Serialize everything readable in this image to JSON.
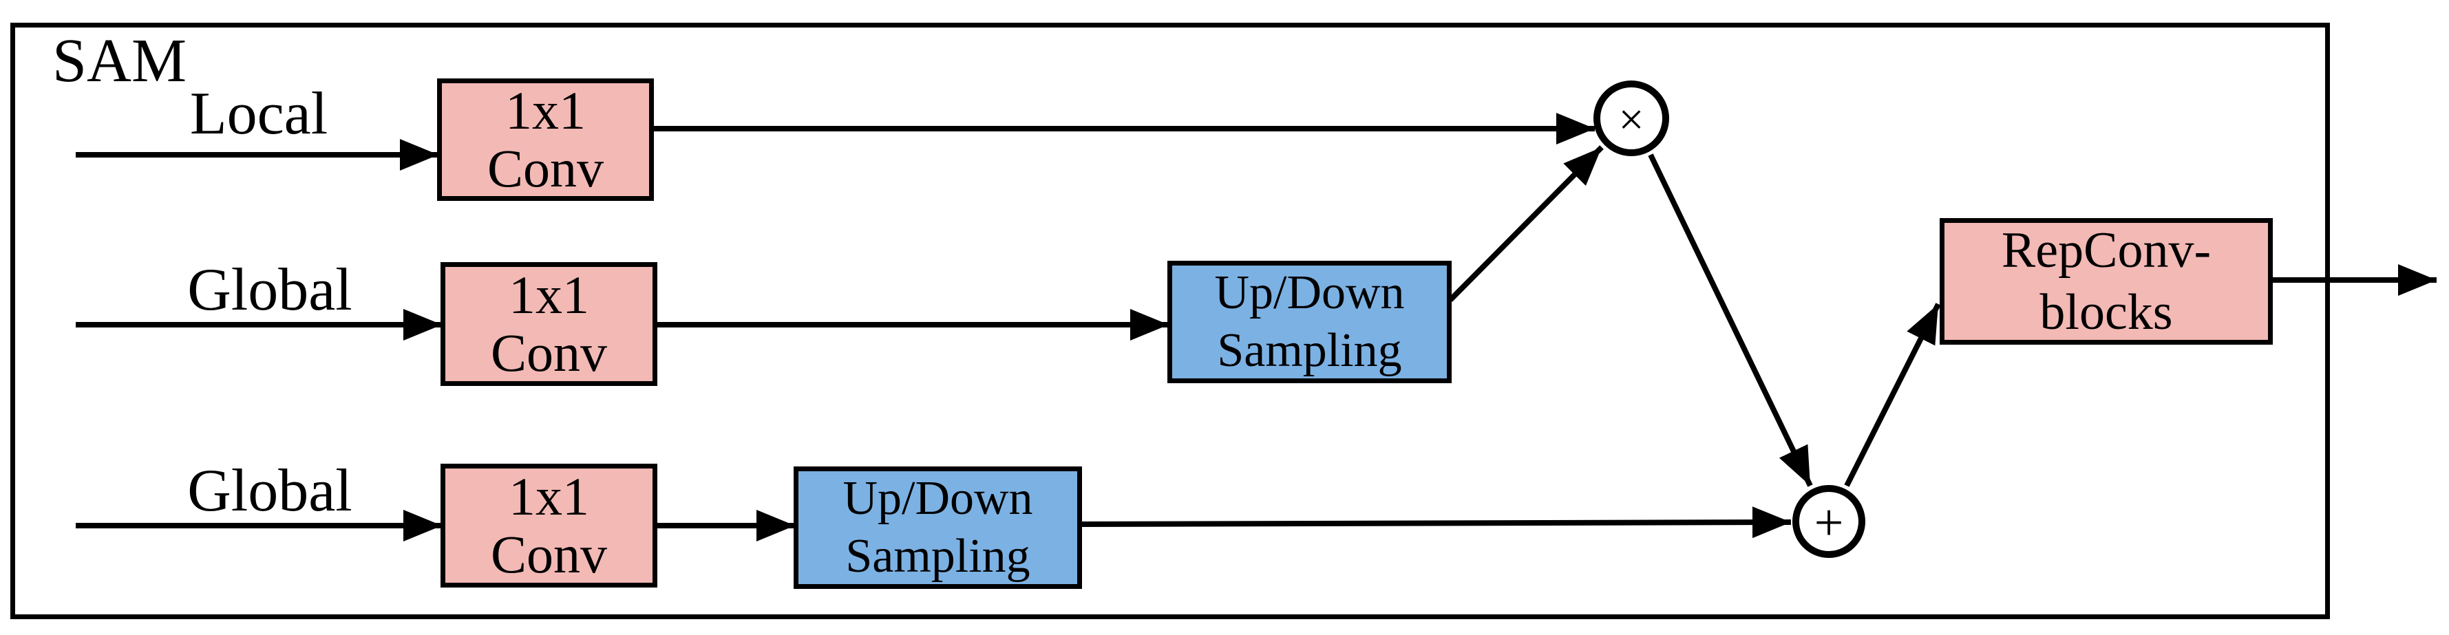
{
  "module": {
    "title": "SAM"
  },
  "inputs": {
    "row1_label": "Local",
    "row2_label": "Global",
    "row3_label": "Global"
  },
  "blocks": {
    "conv1": {
      "line1": "1x1",
      "line2": "Conv"
    },
    "conv2": {
      "line1": "1x1",
      "line2": "Conv"
    },
    "conv3": {
      "line1": "1x1",
      "line2": "Conv"
    },
    "updown2": {
      "line1": "Up/Down",
      "line2": "Sampling"
    },
    "updown3": {
      "line1": "Up/Down",
      "line2": "Sampling"
    },
    "repconv": {
      "line1": "RepConv-",
      "line2": "blocks"
    }
  },
  "operators": {
    "multiply": "×",
    "add": "+"
  },
  "colors": {
    "conv_fill": "#f2b9b5",
    "sampling_fill": "#7cb1e3",
    "stroke": "#000000",
    "background": "#ffffff"
  }
}
